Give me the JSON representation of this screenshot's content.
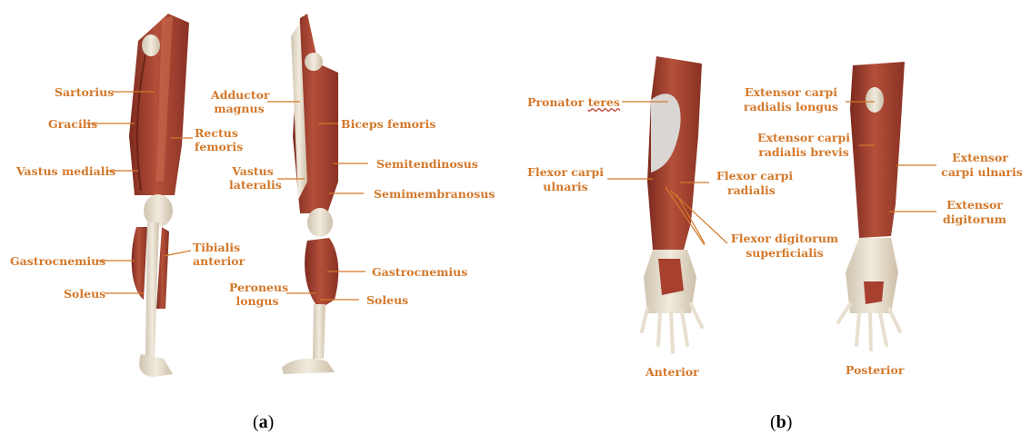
{
  "panel_a": {
    "caption_letter": "a",
    "front_leg": {
      "sartorius": "Sartorius",
      "gracilis": "Gracilis",
      "rectus_1": "Rectus",
      "rectus_2": "femoris",
      "vastus_medialis": "Vastus medialis",
      "gastrocnemius": "Gastrocnemius",
      "tibialis_1": "Tibialis",
      "tibialis_2": "anterior",
      "soleus": "Soleus"
    },
    "side_leg": {
      "adductor_1": "Adductor",
      "adductor_2": "magnus",
      "biceps_femoris": "Biceps femoris",
      "vastus_lat_1": "Vastus",
      "vastus_lat_2": "lateralis",
      "semitendinosus": "Semitendinosus",
      "semimembranosus": "Semimembranosus",
      "gastrocnemius": "Gastrocnemius",
      "peroneus_1": "Peroneus",
      "peroneus_2": "longus",
      "soleus": "Soleus"
    }
  },
  "panel_b": {
    "caption_letter": "b",
    "anterior": {
      "pronator_a": "Pronator",
      "pronator_b": "teres",
      "fcu_1": "Flexor carpi",
      "fcu_2": "ulnaris",
      "fcr_1": "Flexor carpi",
      "fcr_2": "radialis",
      "fds_1": "Flexor digitorum",
      "fds_2": "superficialis",
      "title": "Anterior"
    },
    "posterior": {
      "ecrl_1": "Extensor carpi",
      "ecrl_2": "radialis longus",
      "ecrb_1": "Extensor carpi",
      "ecrb_2": "radialis brevis",
      "ecu_1": "Extensor",
      "ecu_2": "carpi ulnaris",
      "ed_1": "Extensor",
      "ed_2": "digitorum",
      "title": "Posterior"
    }
  },
  "colors": {
    "label": "#d4782a",
    "muscle": "#a8402f",
    "muscle_dark": "#7d2a1f",
    "bone": "#e8dfcf",
    "bone_shade": "#cfc4b0"
  }
}
